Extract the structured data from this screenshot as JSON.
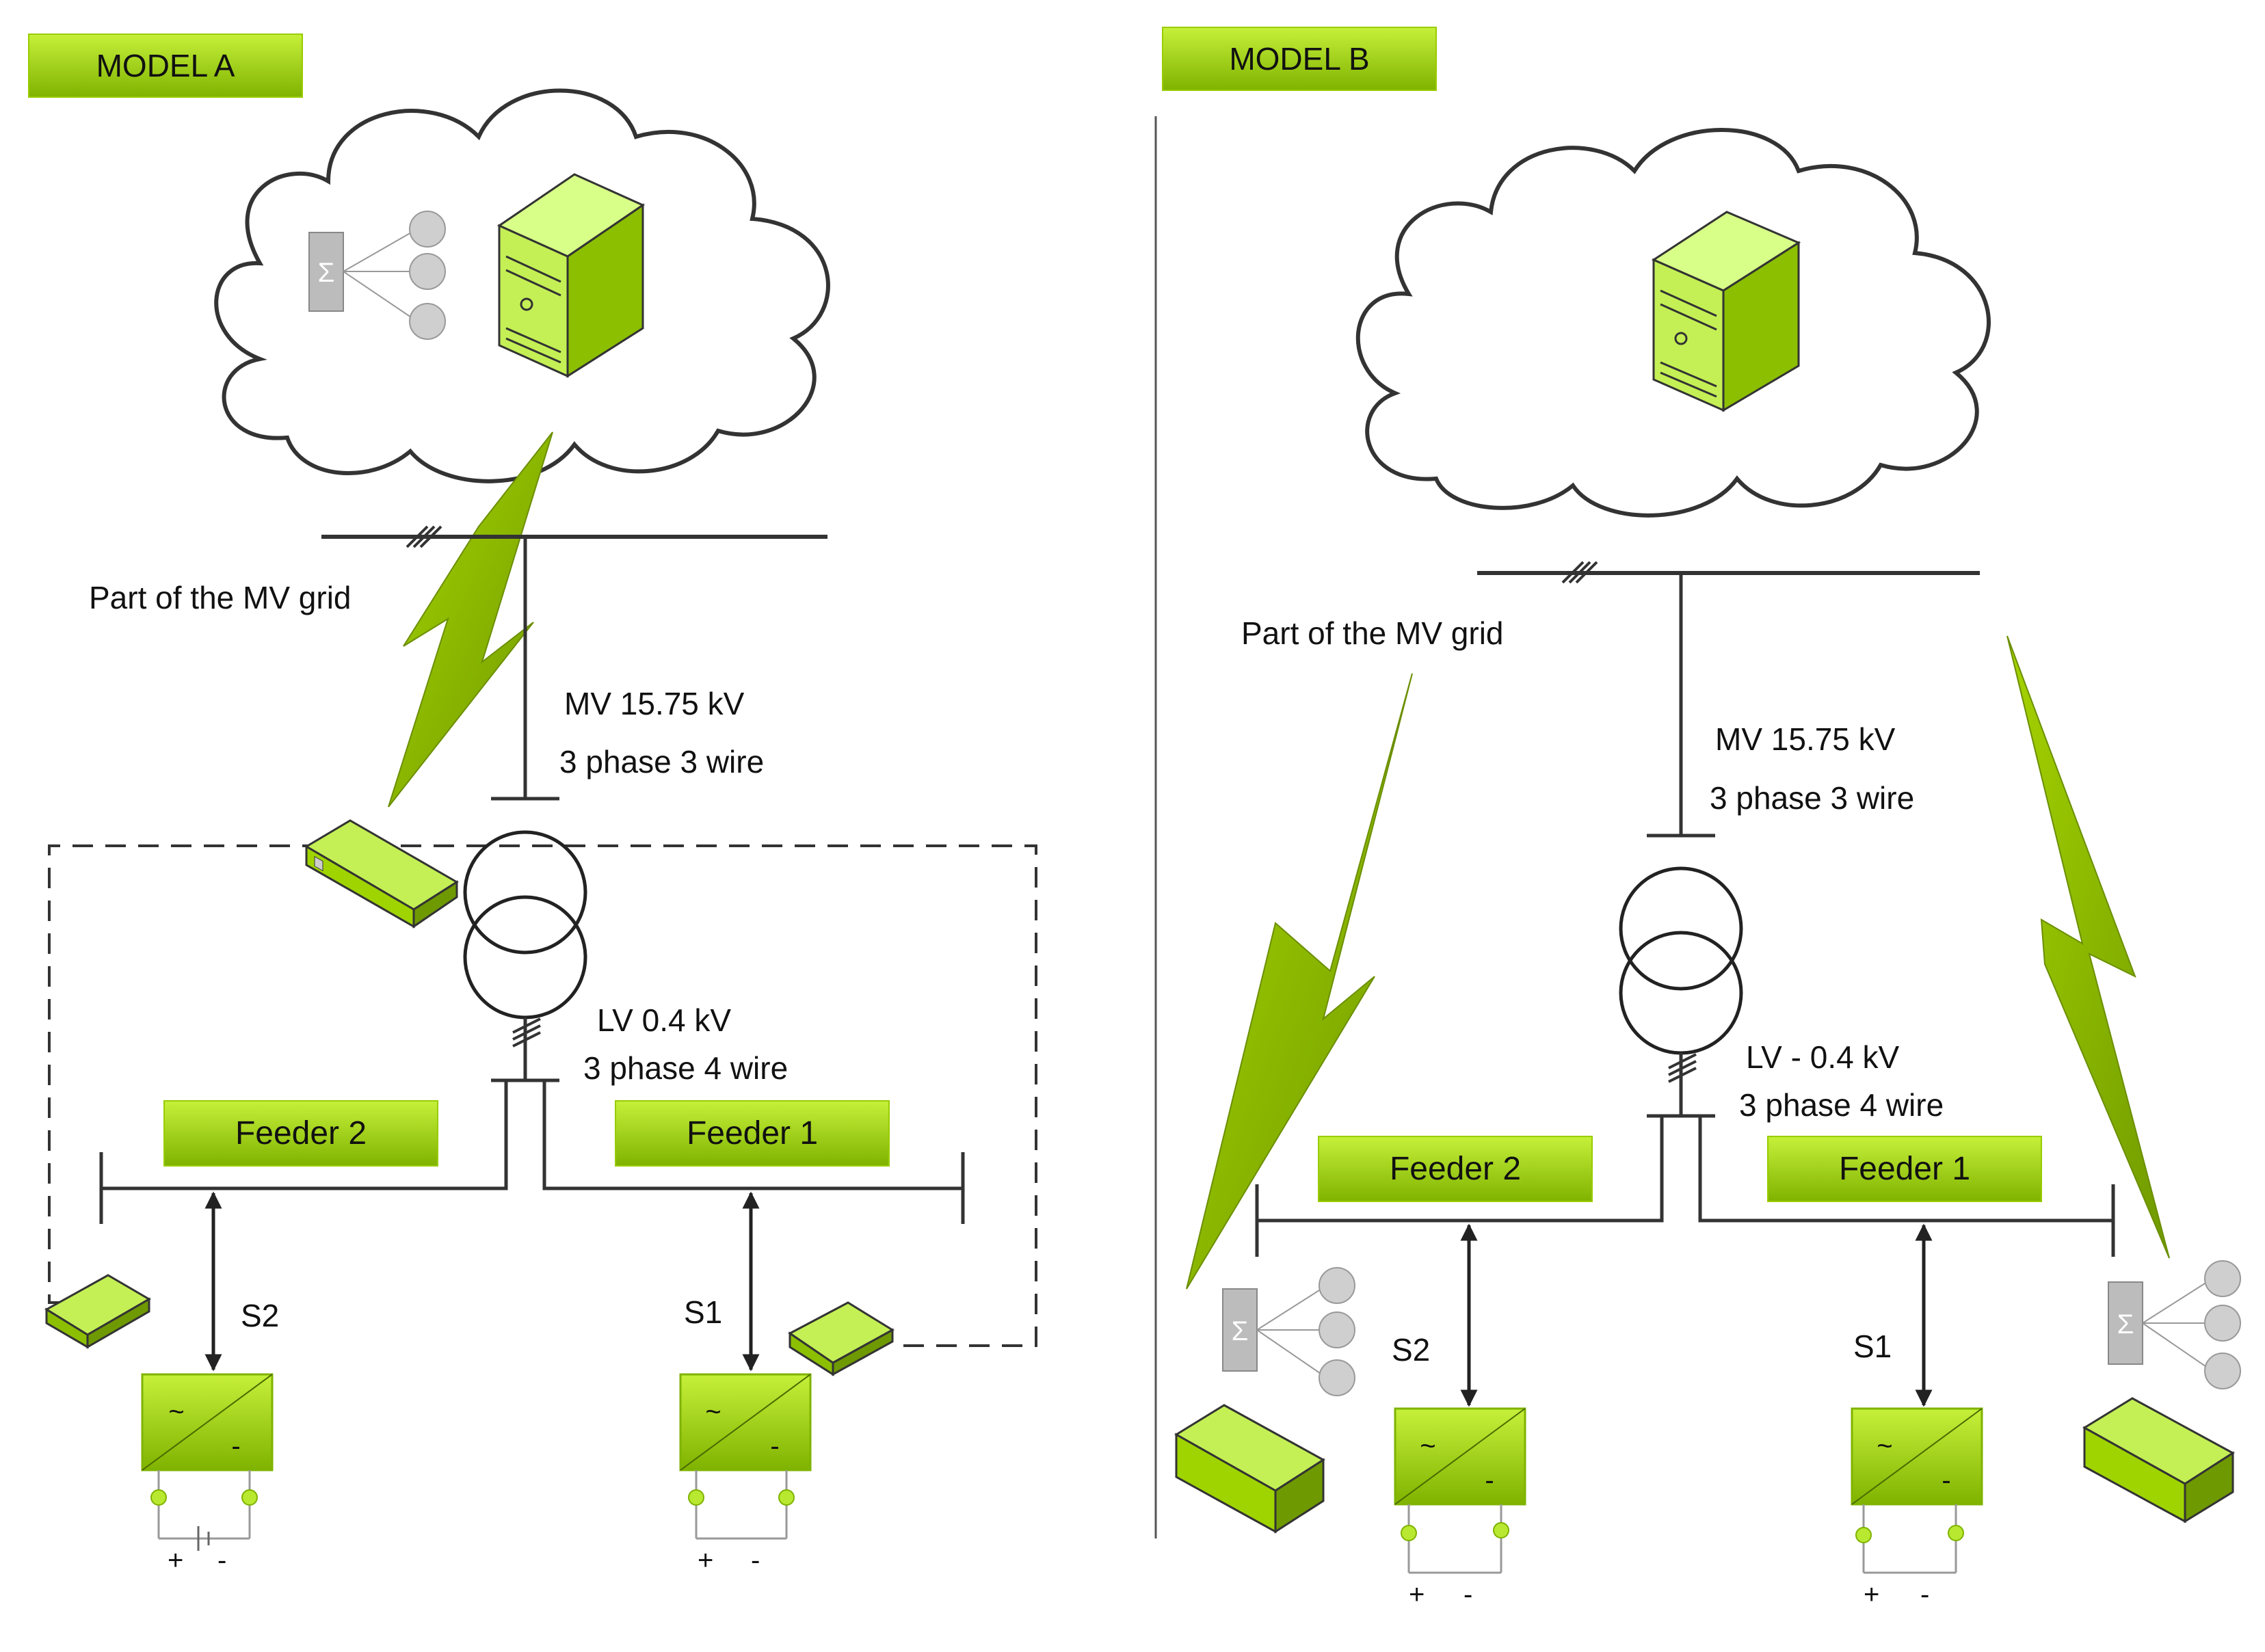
{
  "model_a": {
    "title": "MODEL A",
    "grid_label": "Part of the  MV grid",
    "mv_label": "MV 15.75 kV",
    "mv_wiring": "3 phase 3 wire",
    "lv_label": "LV  0.4 kV",
    "lv_wiring": "3 phase 4 wire",
    "feeder_left": "Feeder 2",
    "feeder_right": "Feeder 1",
    "source_left": "S2",
    "source_right": "S1",
    "sigma": "Σ",
    "inverter_ac": "~",
    "inverter_dc": "-",
    "battery_plus": "+",
    "battery_minus": "-"
  },
  "model_b": {
    "title": "MODEL B",
    "grid_label": "Part of the  MV grid",
    "mv_label": "MV  15.75 kV",
    "mv_wiring": "3 phase 3 wire",
    "lv_label": "LV - 0.4 kV",
    "lv_wiring": "3 phase 4 wire",
    "feeder_left": "Feeder 2",
    "feeder_right": "Feeder 1",
    "source_left": "S2",
    "source_right": "S1",
    "sigma": "Σ",
    "inverter_ac": "~",
    "inverter_dc": "-",
    "battery_plus": "+",
    "battery_minus": "-"
  },
  "colors": {
    "accent_green": "#99cc00",
    "accent_light": "#ccff66",
    "line": "#222222",
    "sigma_gray": "#bbbbbb"
  },
  "icons": [
    "cloud-icon",
    "server-icon",
    "aggregator-icon",
    "lightning-icon",
    "transformer-icon",
    "switch-icon",
    "router-icon",
    "inverter-icon",
    "battery-icon"
  ]
}
